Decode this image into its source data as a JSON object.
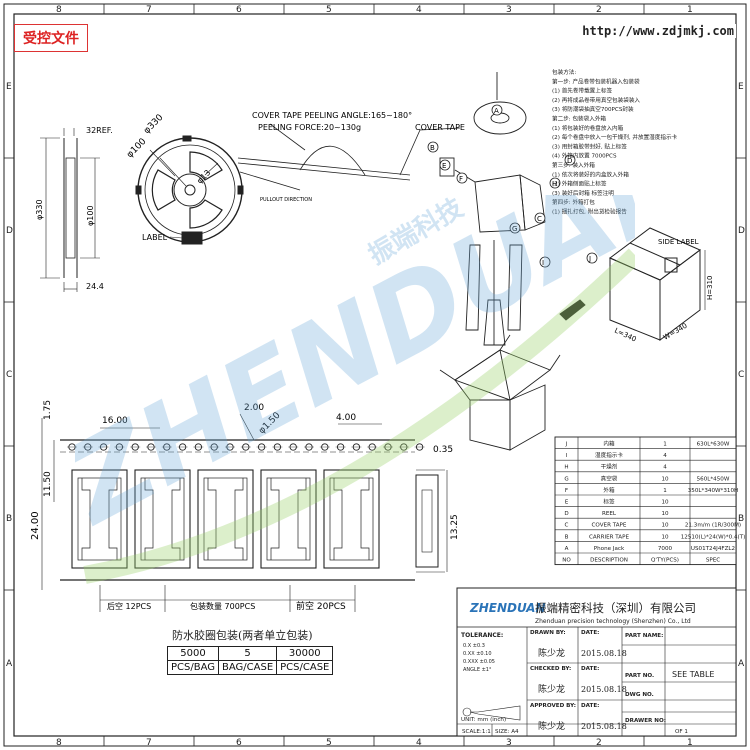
{
  "stamp": "受控文件",
  "url": "http://www.zdjmkj.com",
  "grid": {
    "top_numbers": [
      "8",
      "7",
      "6",
      "5",
      "4",
      "3",
      "2",
      "1"
    ],
    "side_letters": [
      "E",
      "D",
      "C",
      "B",
      "A"
    ]
  },
  "reel": {
    "d330": "φ330",
    "d100": "φ100",
    "d13": "φ13",
    "ref32": "32REF.",
    "side_d330": "φ330",
    "side_d100": "φ100",
    "width": "24.4",
    "label": "LABEL"
  },
  "peel": {
    "line1": "COVER TAPE PEELING ANGLE:165~180°",
    "line2": "PEELING FORCE:20~130g",
    "cover_tape": "COVER TAPE",
    "direction": "PULLOUT DIRECTION"
  },
  "tape": {
    "d175": "1.75",
    "d1150": "11.50",
    "d24": "24.00",
    "d16": "16.00",
    "d2": "2.00",
    "d150": "φ1.50",
    "d4": "4.00",
    "d035": "0.35",
    "d1325": "13.25",
    "empty_trailer": "后空 12PCS",
    "qty_label": "包装数量 700PCS",
    "empty_leader": "前空 20PCS"
  },
  "steps": [
    "包装方法:",
    "第一步: 产品卷带包装机器入包装袋",
    "(1) 首先卷带载置上标签",
    "(2) 再将成品卷带用真空包装袋装入",
    "(3) 将防潮袋抽真空700PCS封装",
    "第二步: 包装袋入外箱",
    "(1) 将包装好的卷盘放入内箱",
    "(2) 每个卷盘中放入一包干燥剂, 并放置湿度指示卡",
    "(3) 用封箱胶带封好, 贴上标签",
    "(4) 外箱内放置 7000PCS",
    "第三步: 装入外箱",
    "(1) 依次将装好的内盒放入外箱",
    "(2) 外箱侧面贴上标签",
    "(3) 装好后封箱 标签注明",
    "第四步: 外箱打包",
    "(1) 捆扎打包, 附出货检验报告"
  ],
  "box": {
    "side_label": "SIDE LABEL",
    "h": "H=310",
    "l": "L=340",
    "w": "W=340"
  },
  "callouts": [
    "A",
    "B",
    "C",
    "D",
    "E",
    "F",
    "G",
    "H",
    "I",
    "J"
  ],
  "watermark": "ZHENDUAN",
  "watermark_cn": "振端科技",
  "bom": {
    "rows": [
      [
        "J",
        "内箱",
        "1",
        "630L*630W"
      ],
      [
        "I",
        "湿度指示卡",
        "4",
        ""
      ],
      [
        "H",
        "干燥剂",
        "4",
        ""
      ],
      [
        "G",
        "真空袋",
        "10",
        "560L*450W"
      ],
      [
        "F",
        "外箱",
        "1",
        "350L*340W*310H"
      ],
      [
        "E",
        "标签",
        "10",
        ""
      ],
      [
        "D",
        "REEL",
        "10",
        ""
      ],
      [
        "C",
        "COVER TAPE",
        "10",
        "21.3m/m (1R/300M)"
      ],
      [
        "B",
        "CARRIER TAPE",
        "10",
        "12510(L)*24(W)*0.4(T)"
      ],
      [
        "A",
        "Phone Jack",
        "7000",
        "US01T24J4FZL2"
      ]
    ],
    "header": [
      "NO",
      "DESCRIPTION",
      "Q'TY(PCS)",
      "SPEC"
    ]
  },
  "company": {
    "logo": "ZHENDUAN",
    "cn": "振端精密科技（深圳）有限公司",
    "en": "Zhenduan precision technology (Shenzhen) Co., Ltd"
  },
  "title_block": {
    "tolerance": "TOLERANCE:",
    "tol_lines": [
      "0.X ±0.3",
      "0.XX ±0.10",
      "0.XXX ±0.05",
      "ANGLE ±1°"
    ],
    "drawn_by": "DRAWN BY:",
    "checked_by": "CHECKED BY:",
    "approved_by": "APPROVED BY:",
    "date": "DATE:",
    "name1": "陈少龙",
    "name2": "陈少龙",
    "name3": "陈少龙",
    "date1": "2015.08.18",
    "date2": "2015.08.18",
    "date3": "2015.08.18",
    "part_name": "PART NAME:",
    "part_no": "PART NO.",
    "part_no_value": "SEE TABLE",
    "dwg_no": "DWG NO.",
    "drawer_no": "DRAWER NO:",
    "unit": "UNIT: mm (inch)",
    "scale": "SCALE:1:1",
    "size": "SIZE: A4",
    "sheet": "OF 1"
  },
  "qty_table": {
    "caption": "防水胶圈包装(两者单立包装)",
    "values": [
      "5000",
      "5",
      "30000"
    ],
    "labels": [
      "PCS/BAG",
      "BAG/CASE",
      "PCS/CASE"
    ]
  }
}
